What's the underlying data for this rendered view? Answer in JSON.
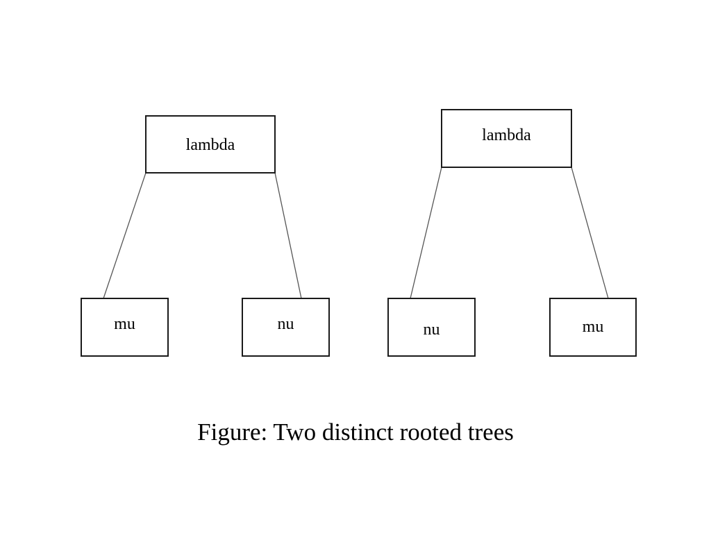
{
  "trees": [
    {
      "root": "lambda",
      "children": [
        "mu",
        "nu"
      ]
    },
    {
      "root": "lambda",
      "children": [
        "nu",
        "mu"
      ]
    }
  ],
  "caption": "Figure: Two distinct rooted trees",
  "colors": {
    "node_border": "#1a1a1a",
    "edge": "#555555",
    "background": "#ffffff"
  }
}
